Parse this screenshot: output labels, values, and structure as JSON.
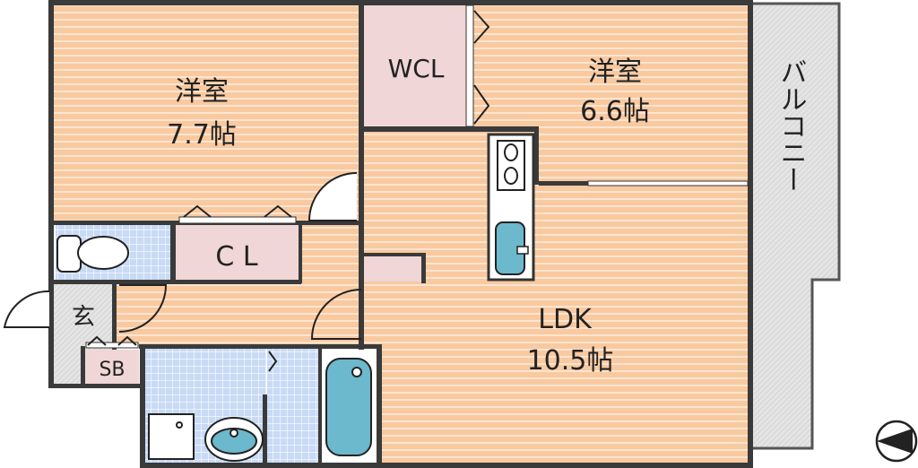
{
  "rooms": {
    "western_room_a": {
      "name": "洋室",
      "size": "7.7帖"
    },
    "western_room_b": {
      "name": "洋室",
      "size": "6.6帖"
    },
    "wcl": {
      "name": "WCL"
    },
    "cl": {
      "name": "C L"
    },
    "ldk": {
      "name": "LDK",
      "size": "10.5帖"
    },
    "balcony": {
      "name": "バルコニー"
    },
    "genkan": {
      "name": "玄"
    },
    "sb": {
      "name": "SB"
    }
  },
  "colors": {
    "floor": "#f9c9a0",
    "floor_stripe": "#fde5d0",
    "closet": "#f0d6d6",
    "tile": "#c8daf5",
    "tile_line": "#ffffff",
    "balcony": "#dcdcdc",
    "fixture": "#6cb8cc",
    "wall": "#3a3a3a"
  }
}
